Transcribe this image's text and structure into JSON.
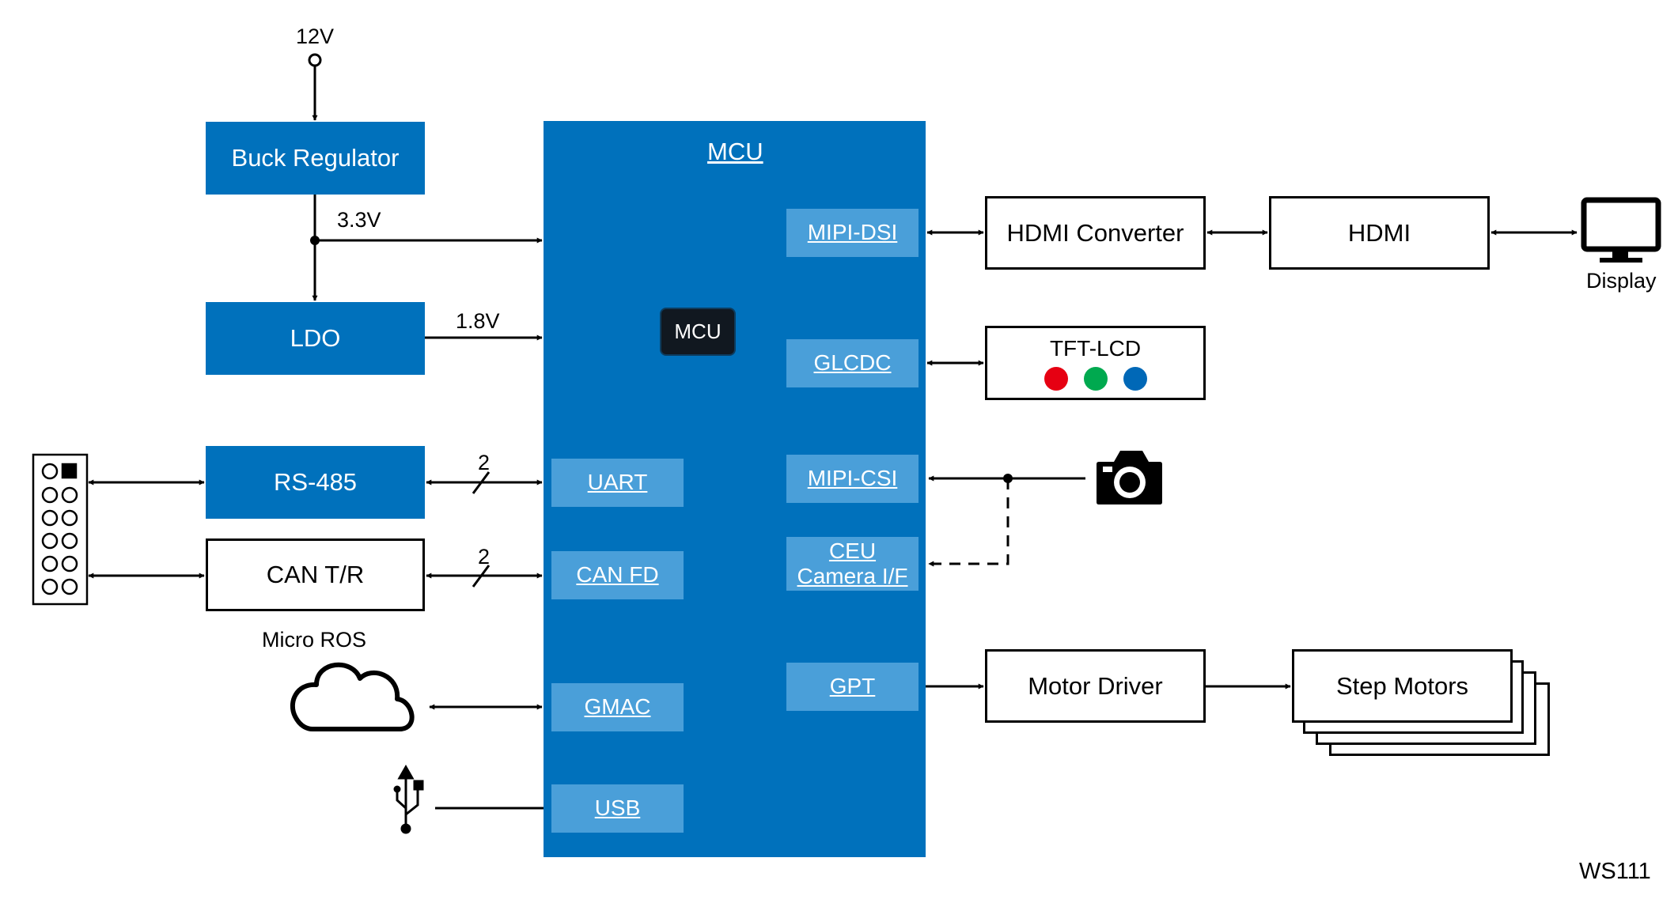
{
  "inputs": {
    "supply_12v": "12V",
    "rail_3v3": "3.3V",
    "rail_1v8": "1.8V",
    "bus_width_uart": "2",
    "bus_width_can": "2"
  },
  "power": {
    "buck": "Buck Regulator",
    "ldo": "LDO"
  },
  "left_blocks": {
    "rs485": "RS-485",
    "can_tr": "CAN T/R",
    "micro_ros": "Micro ROS"
  },
  "mcu": {
    "title": "MCU",
    "chip_label": "MCU",
    "left_ports": {
      "uart": "UART",
      "canfd": "CAN FD",
      "gmac": "GMAC",
      "usb": "USB"
    },
    "right_ports": {
      "mipi_dsi": "MIPI-DSI",
      "glcdc": "GLCDC",
      "mipi_csi": "MIPI-CSI",
      "ceu_line1": "CEU",
      "ceu_line2": "Camera I/F",
      "gpt": "GPT"
    }
  },
  "right_blocks": {
    "hdmi_converter": "HDMI Converter",
    "hdmi": "HDMI",
    "display": "Display",
    "tft_lcd": "TFT-LCD",
    "motor_driver": "Motor Driver",
    "step_motors": "Step Motors"
  },
  "lcd_dots": [
    "#e60012",
    "#00a94f",
    "#0068b7"
  ],
  "colors": {
    "block_blue": "#0071bc",
    "port_blue": "#4a9fd9"
  },
  "footer_code": "WS111"
}
